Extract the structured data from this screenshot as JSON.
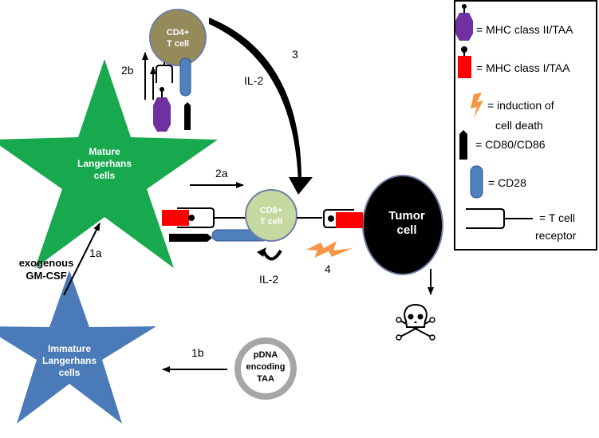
{
  "cells": {
    "cd4": [
      "CD4+",
      "T cell"
    ],
    "cd8": [
      "CD8+",
      "T cell"
    ],
    "mature_lc": [
      "Mature",
      "Langerhans",
      "cells"
    ],
    "immature_lc": [
      "Immature",
      "Langerhans",
      "cells"
    ],
    "tumor": [
      "Tumor",
      "cell"
    ],
    "pdna": [
      "pDNA",
      "encoding",
      "TAA"
    ]
  },
  "labels": {
    "step_1a": "1a",
    "step_1b": "1b",
    "step_2a": "2a",
    "step_2b": "2b",
    "step_3": "3",
    "step_4": "4",
    "il2_top": "IL-2",
    "il2_bottom": "IL-2",
    "gmcsf": [
      "exogenous",
      "GM-CSF"
    ]
  },
  "legend": {
    "mhc2": "= MHC class II/TAA",
    "mhc1": "= MHC class I/TAA",
    "death": [
      "= induction of",
      "cell death"
    ],
    "cd80": "= CD80/CD86",
    "cd28": "= CD28",
    "tcr": [
      "= T cell",
      "receptor"
    ]
  },
  "colors": {
    "mature_star": "#18a84e",
    "immature_star": "#4a7ab8",
    "cd4_cell": "#958a5a",
    "cd8_cell": "#c6d9a0",
    "cd28": "#4f81bd",
    "mhc2": "#7030a0",
    "mhc1": "#ff0000",
    "lightning": "#f79646",
    "pdna_ring": "#a6a6a6"
  }
}
